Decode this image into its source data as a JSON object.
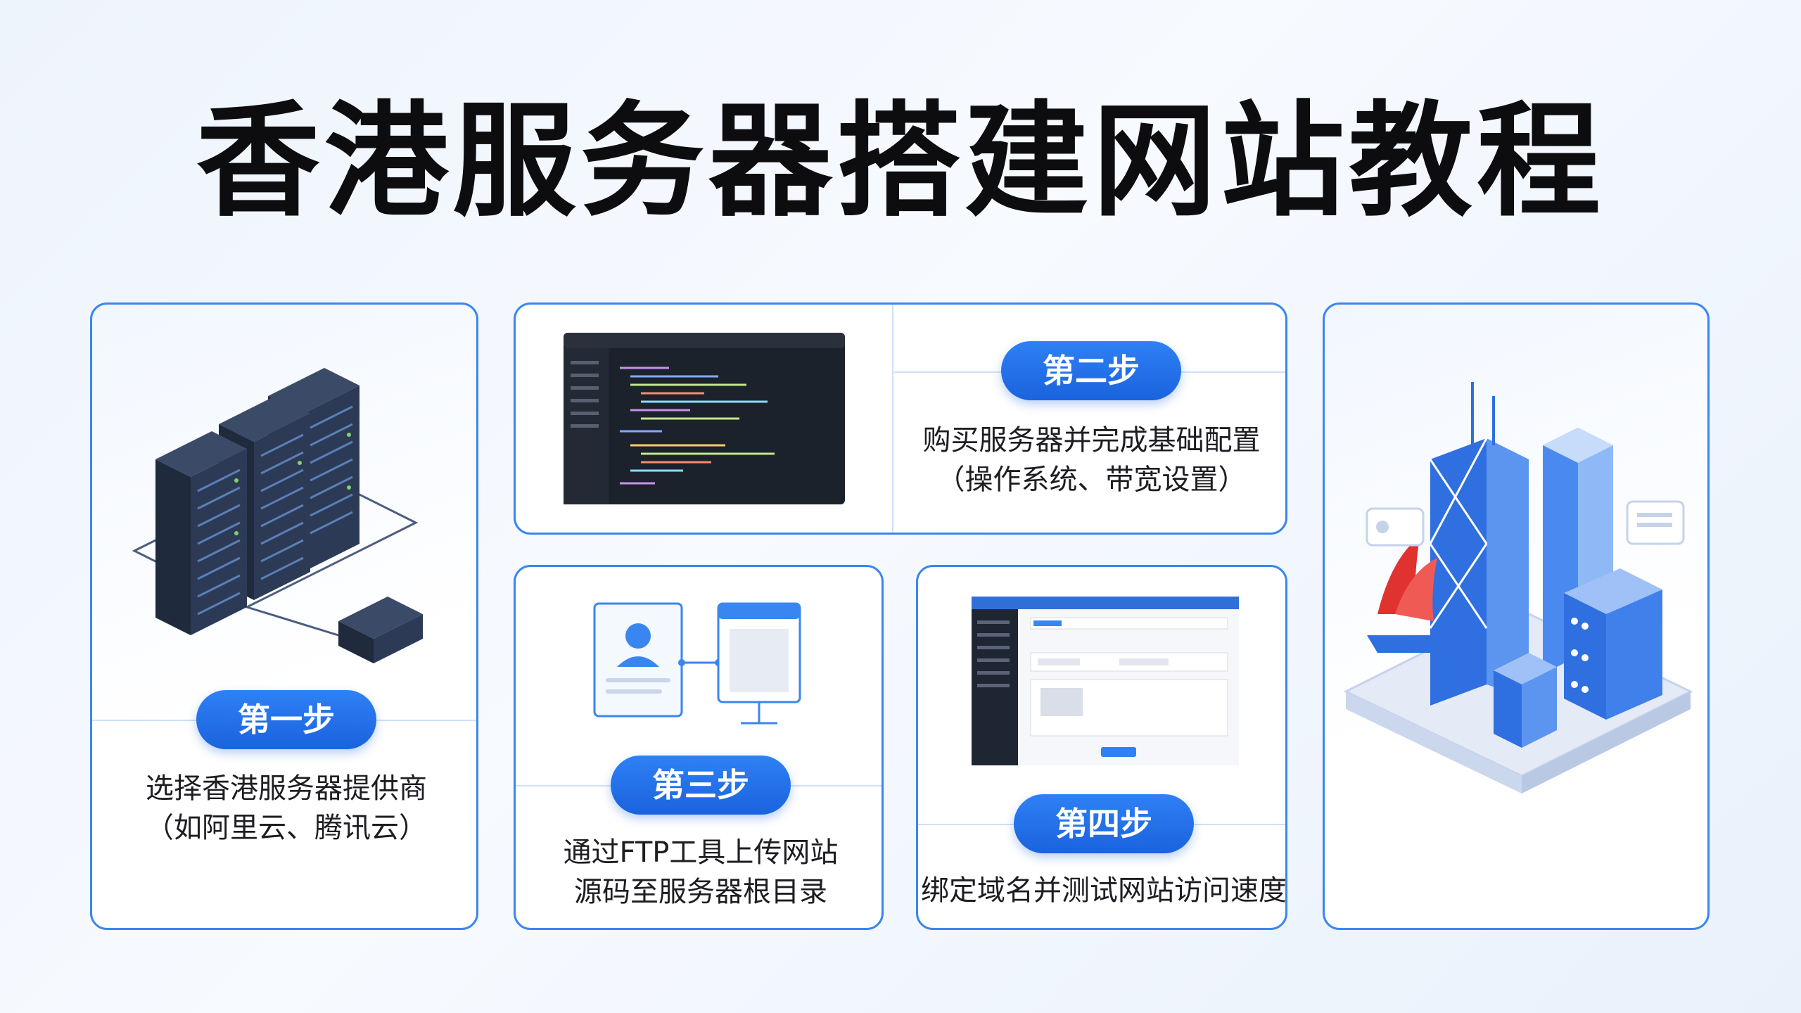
{
  "title": "香港服务器搭建网站教程",
  "steps": [
    {
      "label": "第一步",
      "line1": "选择香港服务器提供商",
      "line2": "（如阿里云、腾讯云）"
    },
    {
      "label": "第二步",
      "line1": "购买服务器并完成基础配置",
      "line2": "（操作系统、带宽设置）"
    },
    {
      "label": "第三步",
      "line1": "通过FTP工具上传网站",
      "line2": "源码至服务器根目录"
    },
    {
      "label": "第四步",
      "line1": "绑定域名并测试网站访问速度",
      "line2": ""
    }
  ],
  "colors": {
    "accent": "#2f80f5",
    "border": "#3a86f0",
    "dark": "#1f2a3c",
    "red": "#e0322e"
  },
  "icons": [
    "server-rack-icon",
    "code-editor-screenshot",
    "ftp-transfer-icon",
    "control-panel-screenshot",
    "hong-kong-skyline-icon"
  ]
}
